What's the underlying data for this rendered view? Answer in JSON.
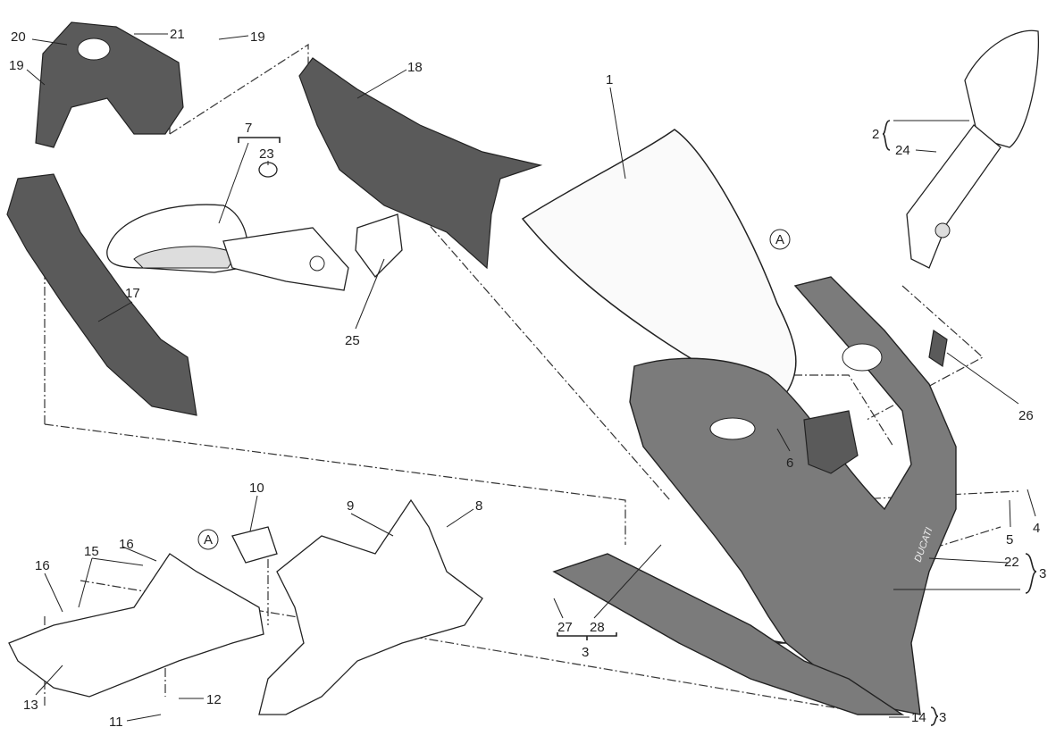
{
  "diagram": {
    "title": "Fairing exploded view",
    "logo_text": "DUCATI",
    "callouts": {
      "c1": "1",
      "c2": "2",
      "c3a": "3",
      "c3b": "3",
      "c3c": "3",
      "c4": "4",
      "c5": "5",
      "c6": "6",
      "c7": "7",
      "c8": "8",
      "c9": "9",
      "c10": "10",
      "c11": "11",
      "c12": "12",
      "c13": "13",
      "c14": "14",
      "c15": "15",
      "c16a": "16",
      "c16b": "16",
      "c17": "17",
      "c18": "18",
      "c19a": "19",
      "c19b": "19",
      "c20": "20",
      "c21": "21",
      "c22": "22",
      "c23": "23",
      "c24": "24",
      "c25": "25",
      "c26": "26",
      "c27": "27",
      "c28": "28"
    },
    "reference_marks": {
      "a1": "A",
      "a2": "A"
    }
  }
}
